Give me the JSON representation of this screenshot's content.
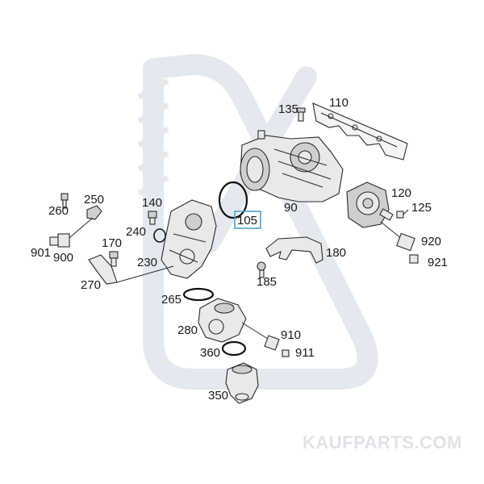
{
  "watermark": {
    "text": "KAUFPARTS.COM"
  },
  "highlight_color": "#4aa3c8",
  "labels": {
    "p110": "110",
    "p135": "135",
    "p90": "90",
    "p105": "105",
    "p120": "120",
    "p125": "125",
    "p920": "920",
    "p921": "921",
    "p180": "180",
    "p185": "185",
    "p250": "250",
    "p260": "260",
    "p140": "140",
    "p240": "240",
    "p170": "170",
    "p230": "230",
    "p901": "901",
    "p900": "900",
    "p270": "270",
    "p265": "265",
    "p280": "280",
    "p910": "910",
    "p911": "911",
    "p360": "360",
    "p350": "350"
  }
}
